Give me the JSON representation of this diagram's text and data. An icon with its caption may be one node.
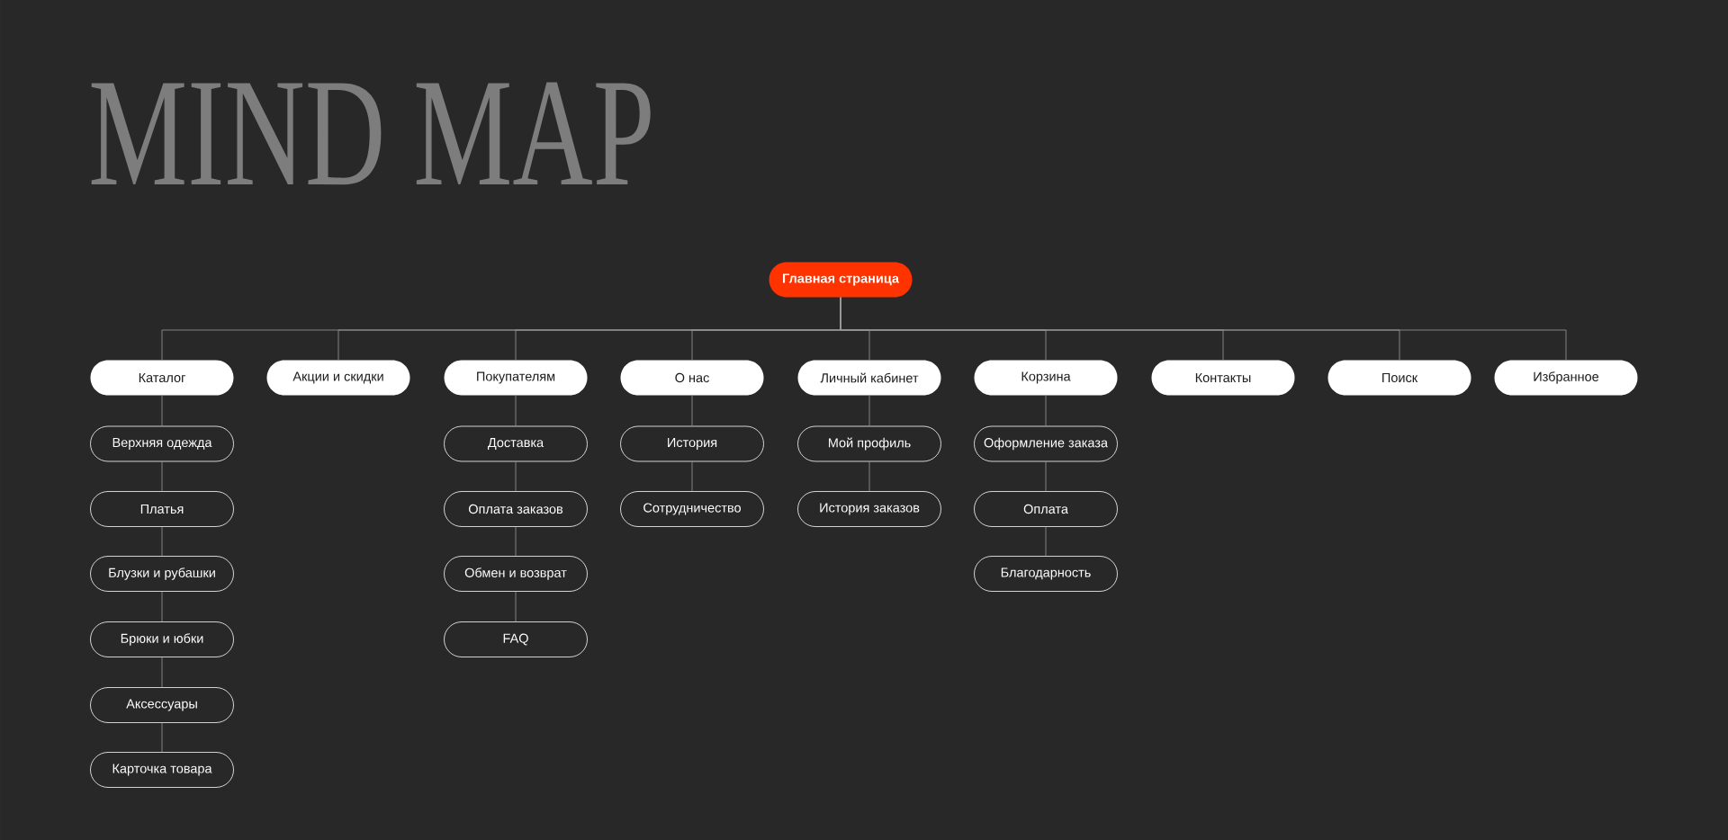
{
  "diagram": {
    "title": "MIND MAP",
    "nodes": [
      {
        "text": [
          "Главная страница"
        ]
      },
      {
        "text": [
          "Каталог"
        ]
      },
      {
        "text": [
          "Акции и скидки"
        ]
      },
      {
        "text": [
          "Покупателям"
        ]
      },
      {
        "text": [
          "О нас"
        ]
      },
      {
        "text": [
          "Личный кабинет"
        ]
      },
      {
        "text": [
          "Корзина"
        ]
      },
      {
        "text": [
          "Контакты"
        ]
      },
      {
        "text": [
          "Поиск"
        ]
      },
      {
        "text": [
          "Избранное"
        ]
      },
      {
        "text": [
          "Верхняя одежда"
        ]
      },
      {
        "text": [
          "Платья"
        ]
      },
      {
        "text": [
          "Блузки и рубашки"
        ]
      },
      {
        "text": [
          "Брюки и юбки"
        ]
      },
      {
        "text": [
          "Аксессуары"
        ]
      },
      {
        "text": [
          "Карточка товара"
        ]
      },
      {
        "text": [
          "Доставка"
        ]
      },
      {
        "text": [
          "Оплата заказов"
        ]
      },
      {
        "text": [
          "Обмен и возврат"
        ]
      },
      {
        "text": [
          "FAQ"
        ]
      },
      {
        "text": [
          "История"
        ]
      },
      {
        "text": [
          "Сотрудничество"
        ]
      },
      {
        "text": [
          "Мой профиль"
        ]
      },
      {
        "text": [
          "История заказов"
        ]
      },
      {
        "text": [
          "Оформление заказа"
        ]
      },
      {
        "text": [
          "Оплата"
        ]
      },
      {
        "text": [
          "Благодарность"
        ]
      }
    ],
    "edges": [
      {
        "from": 0,
        "to": 1,
        "arrow": "none"
      },
      {
        "from": 0,
        "to": 2,
        "arrow": "none"
      },
      {
        "from": 0,
        "to": 3,
        "arrow": "none"
      },
      {
        "from": 0,
        "to": 4,
        "arrow": "none"
      },
      {
        "from": 0,
        "to": 5,
        "arrow": "none"
      },
      {
        "from": 0,
        "to": 6,
        "arrow": "none"
      },
      {
        "from": 0,
        "to": 7,
        "arrow": "none"
      },
      {
        "from": 0,
        "to": 8,
        "arrow": "none"
      },
      {
        "from": 0,
        "to": 9,
        "arrow": "none"
      },
      {
        "from": 1,
        "to": 10,
        "arrow": "none"
      },
      {
        "from": 10,
        "to": 11,
        "arrow": "none"
      },
      {
        "from": 11,
        "to": 12,
        "arrow": "none"
      },
      {
        "from": 12,
        "to": 13,
        "arrow": "none"
      },
      {
        "from": 13,
        "to": 14,
        "arrow": "none"
      },
      {
        "from": 14,
        "to": 15,
        "arrow": "none"
      },
      {
        "from": 3,
        "to": 16,
        "arrow": "none"
      },
      {
        "from": 16,
        "to": 17,
        "arrow": "none"
      },
      {
        "from": 17,
        "to": 18,
        "arrow": "none"
      },
      {
        "from": 18,
        "to": 19,
        "arrow": "none"
      },
      {
        "from": 4,
        "to": 20,
        "arrow": "none"
      },
      {
        "from": 20,
        "to": 21,
        "arrow": "none"
      },
      {
        "from": 5,
        "to": 22,
        "arrow": "none"
      },
      {
        "from": 22,
        "to": 23,
        "arrow": "none"
      },
      {
        "from": 6,
        "to": 24,
        "arrow": "none"
      },
      {
        "from": 24,
        "to": 25,
        "arrow": "none"
      },
      {
        "from": 25,
        "to": 26,
        "arrow": "none"
      }
    ]
  }
}
